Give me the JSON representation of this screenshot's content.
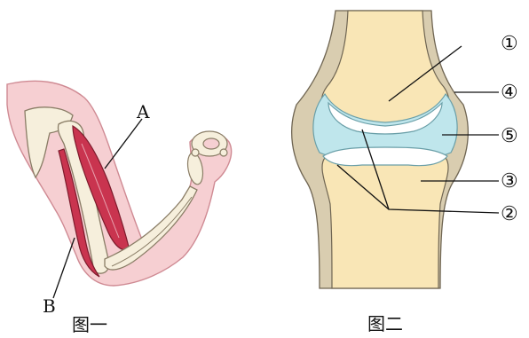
{
  "figure1": {
    "caption": "图一",
    "label_a": "A",
    "label_b": "B"
  },
  "figure2": {
    "caption": "图二",
    "labels": [
      "①",
      "④",
      "⑤",
      "③",
      "②"
    ]
  },
  "colors": {
    "skin": "#f6cfd2",
    "bone": "#f6efdc",
    "muscle": "#c9344f",
    "capsule": "#d9cdb0",
    "cartilage": "#bfe6ec",
    "joint_bone": "#f9e6b6"
  }
}
